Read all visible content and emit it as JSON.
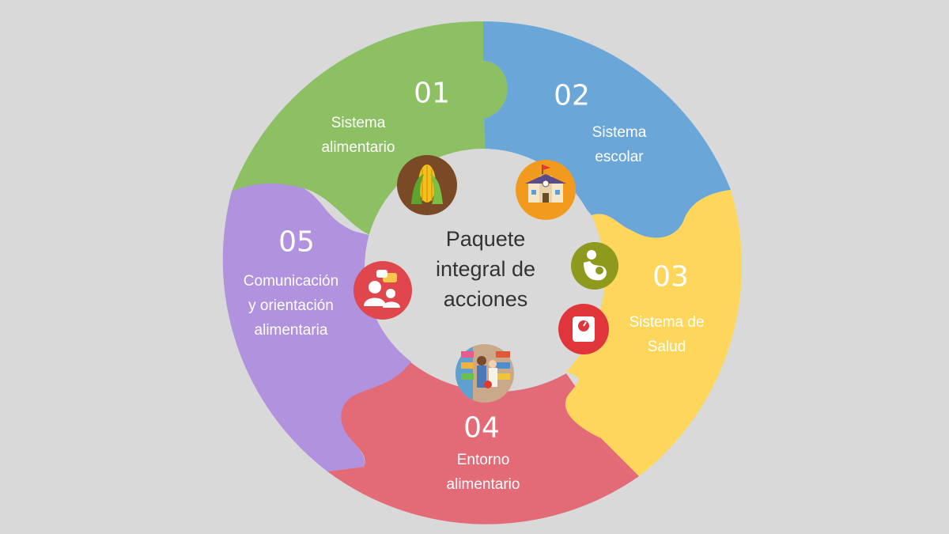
{
  "center_text": "Paquete\nintegral de\nacciones",
  "colors": {
    "background": "#d9d9d9",
    "segment_01": "#8cc063",
    "segment_02": "#6aa6d8",
    "segment_03": "#fdd65b",
    "segment_04": "#e36b77",
    "segment_05": "#b092df",
    "hub": "#d9d9d9"
  },
  "segments": [
    {
      "number": "01",
      "label": "Sistema\nalimentario",
      "icon": "corn-icon"
    },
    {
      "number": "02",
      "label": "Sistema\nescolar",
      "icon": "school-icon"
    },
    {
      "number": "03",
      "label": "Sistema de\nSalud",
      "icon": "breastfeeding-icon"
    },
    {
      "number": "04",
      "label": "Entorno\nalimentario",
      "icon": "supermarket-photo-icon"
    },
    {
      "number": "05",
      "label": "Comunicación\ny orientación\nalimentaria",
      "icon": "people-chat-icon"
    }
  ],
  "extra_icons": [
    {
      "icon": "weighing-scale-icon"
    }
  ]
}
